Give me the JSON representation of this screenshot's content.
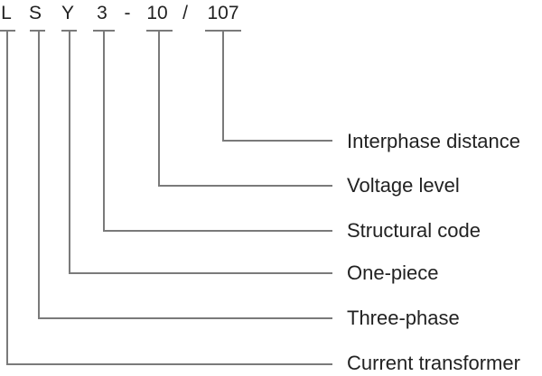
{
  "code": {
    "tokens": [
      "L",
      "S",
      "Y",
      "3",
      "-",
      "10",
      "/",
      "107"
    ]
  },
  "labels": [
    {
      "text": "Interphase distance",
      "code_part": "107"
    },
    {
      "text": "Voltage level",
      "code_part": "10"
    },
    {
      "text": "Structural code",
      "code_part": "3"
    },
    {
      "text": "One-piece",
      "code_part": "Y"
    },
    {
      "text": "Three-phase",
      "code_part": "S"
    },
    {
      "text": "Current transformer",
      "code_part": "L"
    }
  ],
  "colors": {
    "line": "#7a7a7a",
    "text": "#222222",
    "background": "#ffffff"
  }
}
